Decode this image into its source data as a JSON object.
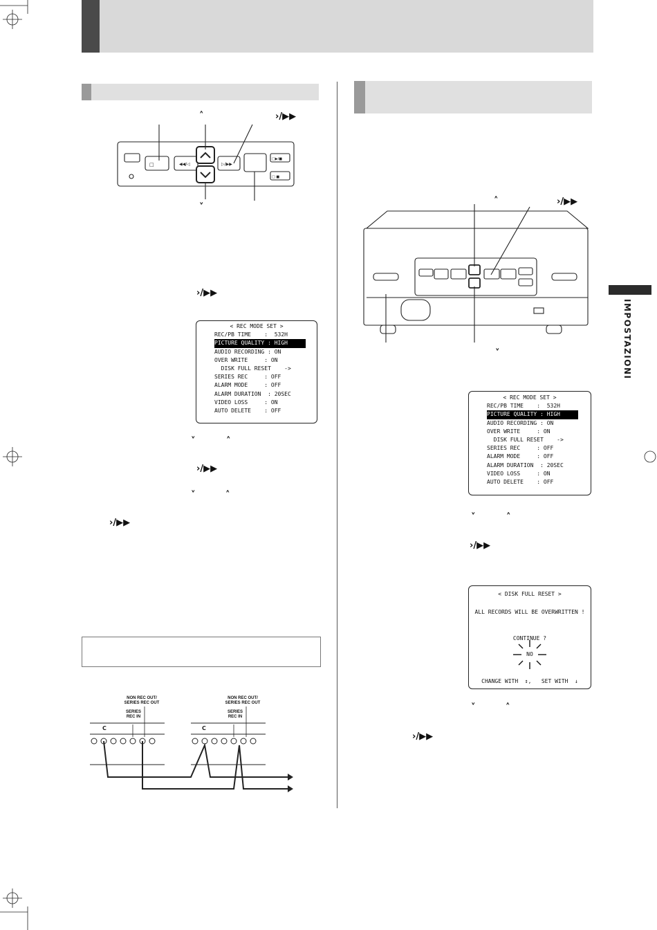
{
  "side_tab": {
    "label": "IMPOSTAZIONI"
  },
  "symbols": {
    "up": "˄",
    "down": "˅",
    "play_ff": "›/▶▶",
    "down_chevron": "⌄",
    "up_chevron": "⌃"
  },
  "osd_rec_mode": {
    "title": "< REC MODE SET >",
    "rows": [
      "REC/PB TIME    :  532H",
      "PICTURE QUALITY : HIGH",
      "AUDIO RECORDING : ON",
      "OVER WRITE     : ON",
      "  DISK FULL RESET    ->",
      "SERIES REC     : OFF",
      "ALARM MODE     : OFF",
      "ALARM DURATION  : 20SEC",
      "VIDEO LOSS     : ON",
      "AUTO DELETE    : OFF"
    ],
    "highlighted_row": 1
  },
  "osd_disk_full_reset": {
    "title": "< DISK FULL RESET >",
    "message": "ALL RECORDS WILL BE OVERWRITTEN !",
    "question": "CONTINUE ?",
    "value": "NO",
    "footer": "CHANGE WITH  ↕,   SET WITH  ↓"
  },
  "wiring": {
    "label_nonrec": "NON REC OUT/\nSERIES REC OUT",
    "label_series": "SERIES\nREC IN",
    "terminal_letter": "C"
  }
}
